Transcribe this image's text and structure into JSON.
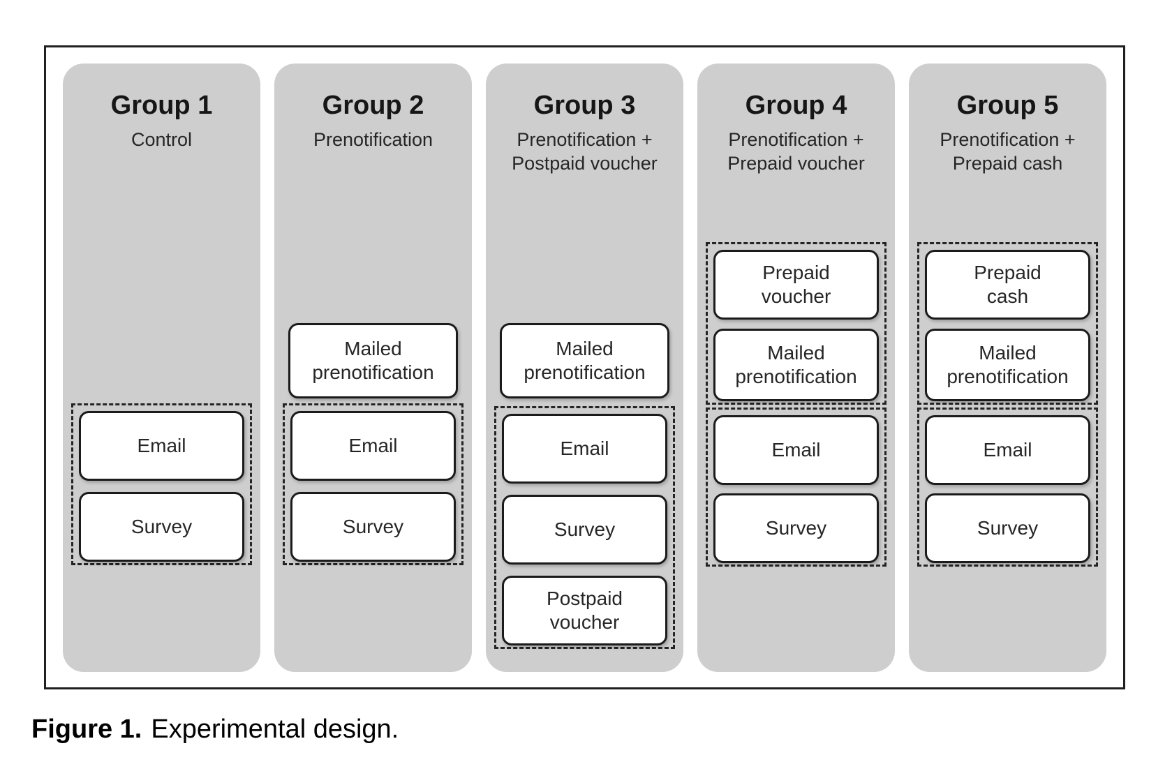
{
  "caption": {
    "prefix": "Figure 1.",
    "text": "Experimental design."
  },
  "colors": {
    "column_bg": "#cecece",
    "box_bg": "#ffffff",
    "border": "#1b1b1b",
    "frame_border": "#1f1f1f"
  },
  "groups": [
    {
      "title": "Group 1",
      "subtitle": "Control",
      "boxes": {
        "email": "Email",
        "survey": "Survey"
      }
    },
    {
      "title": "Group 2",
      "subtitle": "Prenotification",
      "boxes": {
        "mailed": "Mailed\nprenotification",
        "email": "Email",
        "survey": "Survey"
      }
    },
    {
      "title": "Group 3",
      "subtitle": "Prenotification +\nPostpaid voucher",
      "boxes": {
        "mailed": "Mailed\nprenotification",
        "email": "Email",
        "survey": "Survey",
        "postpaid": "Postpaid\nvoucher"
      }
    },
    {
      "title": "Group 4",
      "subtitle": "Prenotification +\nPrepaid voucher",
      "boxes": {
        "prepaid": "Prepaid\nvoucher",
        "mailed": "Mailed\nprenotification",
        "email": "Email",
        "survey": "Survey"
      }
    },
    {
      "title": "Group 5",
      "subtitle": "Prenotification +\nPrepaid cash",
      "boxes": {
        "prepaid": "Prepaid\ncash",
        "mailed": "Mailed\nprenotification",
        "email": "Email",
        "survey": "Survey"
      }
    }
  ]
}
